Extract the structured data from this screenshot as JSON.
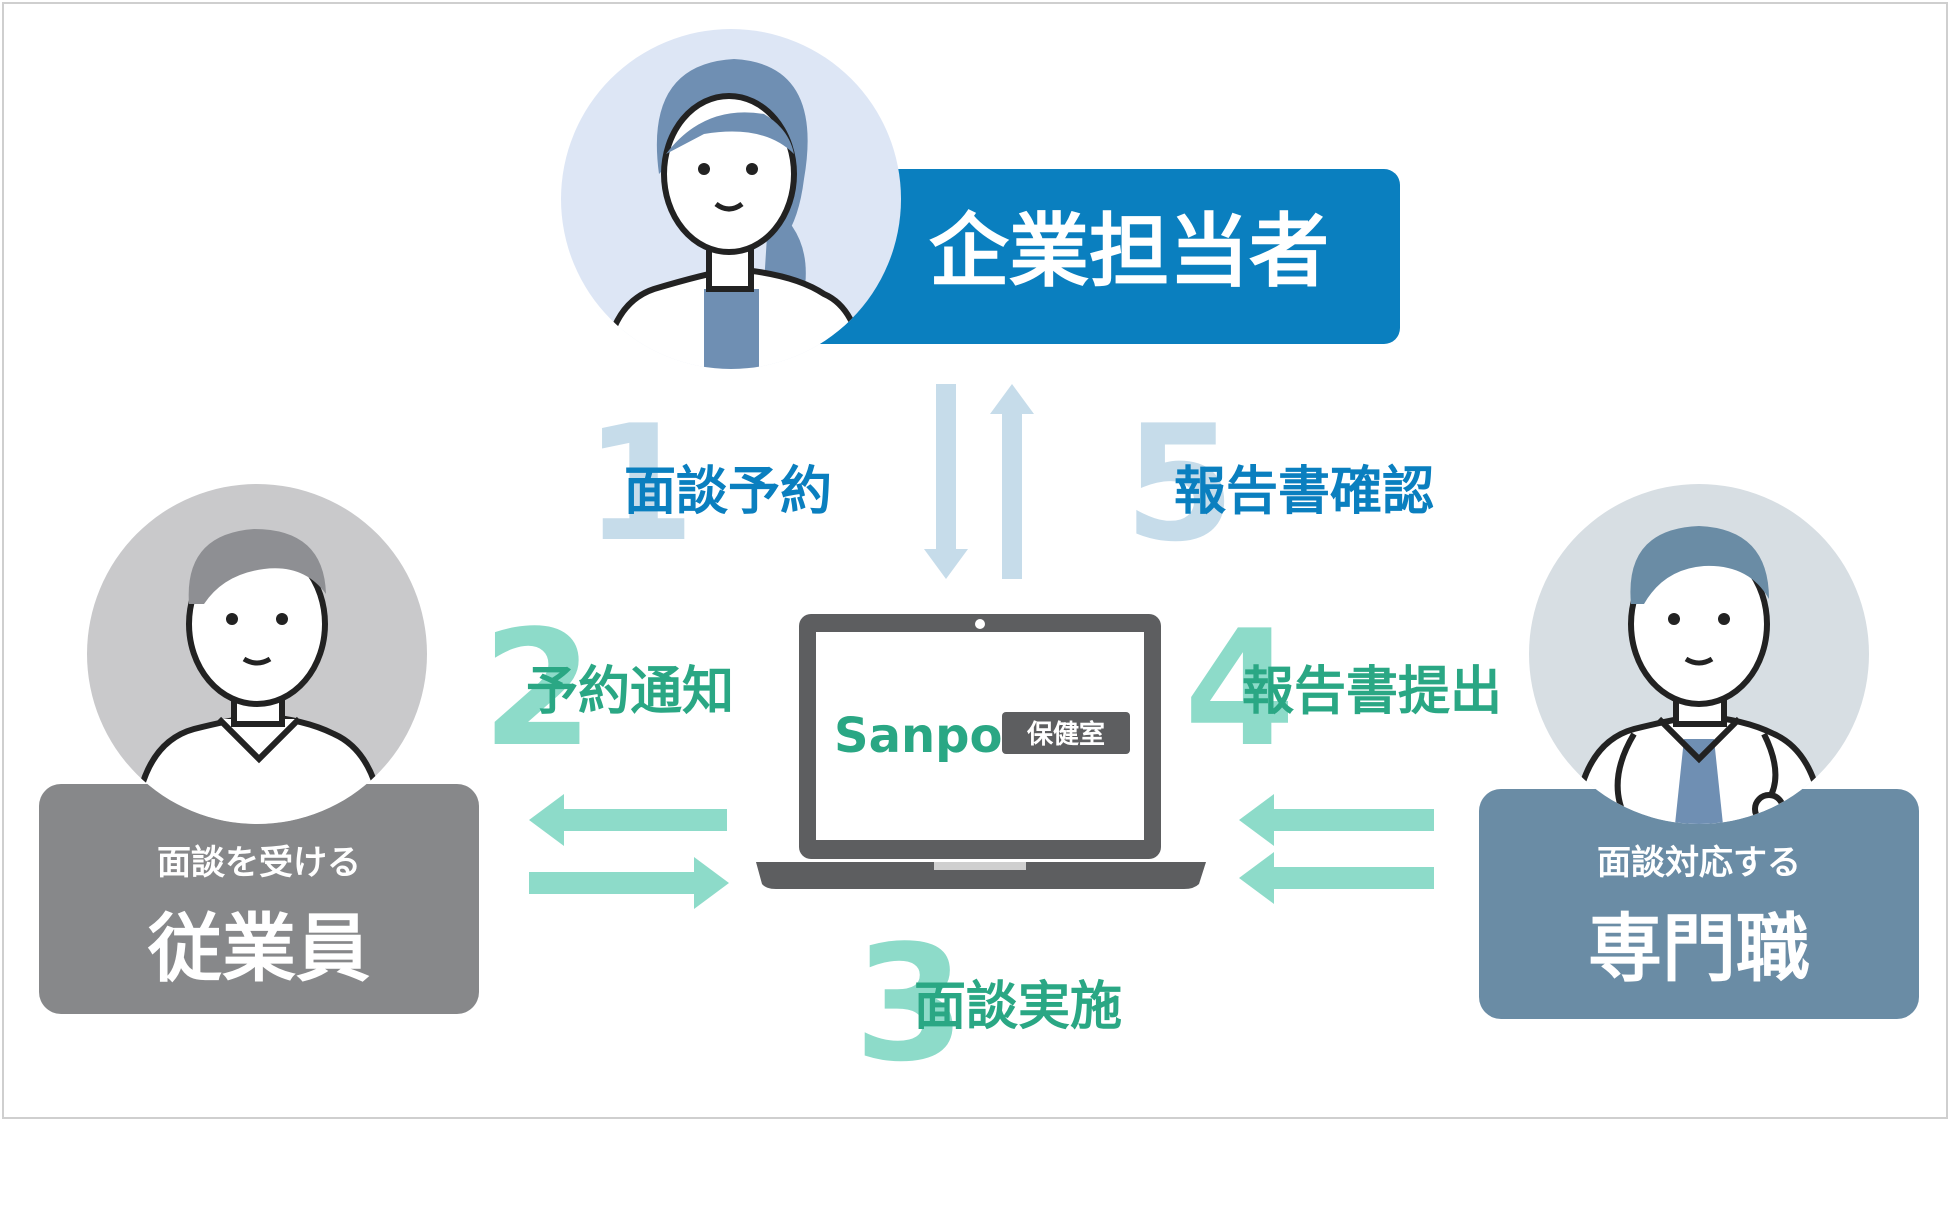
{
  "colors": {
    "blue": "#0a7fbf",
    "teal": "#8ddbc9",
    "step_light_blue": "#c6dcea",
    "grey_box": "#87888a",
    "slate_box": "#6a8ca5",
    "green_logo": "#2aa784"
  },
  "roles": {
    "manager": {
      "label": "企業担当者"
    },
    "employee": {
      "sublabel": "面談を受ける",
      "label": "従業員"
    },
    "professional": {
      "sublabel": "面談対応する",
      "label": "専門職"
    }
  },
  "steps": [
    {
      "number": "1",
      "label": "面談予約"
    },
    {
      "number": "2",
      "label": "予約通知"
    },
    {
      "number": "3",
      "label": "面談実施"
    },
    {
      "number": "4",
      "label": "報告書提出"
    },
    {
      "number": "5",
      "label": "報告書確認"
    }
  ],
  "laptop": {
    "logo": "Sanpo",
    "badge": "保健室"
  },
  "icons": [
    "woman-avatar-icon",
    "man-avatar-icon",
    "doctor-avatar-icon",
    "laptop-icon",
    "arrow-icon"
  ]
}
